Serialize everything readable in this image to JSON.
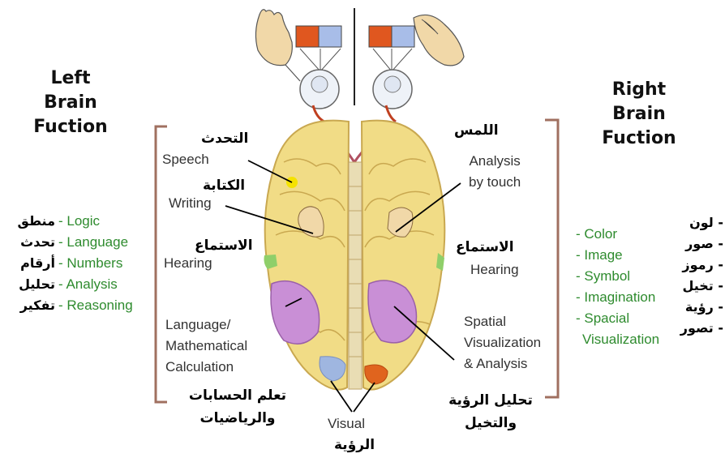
{
  "left": {
    "heading_line1": "Left",
    "heading_line2": "Brain Fuction",
    "functions_en": [
      "- Logic",
      "- Language",
      "- Numbers",
      "- Analysis",
      "- Reasoning"
    ],
    "functions_ar": [
      "منطق",
      "تحدث",
      "أرقام",
      "تحليل",
      "تفكير"
    ]
  },
  "right": {
    "heading_line1": "Right",
    "heading_line2": "Brain Fuction",
    "functions_en": [
      "- Color",
      "- Image",
      "- Symbol",
      "- Imagination",
      "- Spacial",
      "Visualization"
    ],
    "functions_ar": [
      "- لون",
      "- صور",
      "- رموز",
      "- تخيل",
      "- رؤية",
      "- تصور"
    ]
  },
  "labels": {
    "speech_ar": "التحدث",
    "speech_en": "Speech",
    "writing_ar": "الكتابة",
    "writing_en": "Writing",
    "hearing_left_ar": "الاستماع",
    "hearing_left_en": "Hearing",
    "math_en_1": "Language/",
    "math_en_2": "Mathematical",
    "math_en_3": "Calculation",
    "math_ar_1": "تعلم الحسابات",
    "math_ar_2": "والرياضيات",
    "touch_ar": "اللمس",
    "touch_en_1": "Analysis",
    "touch_en_2": "by touch",
    "hearing_right_ar": "الاستماع",
    "hearing_right_en": "Hearing",
    "spatial_en_1": "Spatial",
    "spatial_en_2": "Visualization",
    "spatial_en_3": "& Analysis",
    "spatial_ar_1": "تحليل الرؤية",
    "spatial_ar_2": "والتخيل",
    "visual_en": "Visual",
    "visual_ar": "الرؤية"
  },
  "colors": {
    "brain": "#f1dc86",
    "brain_outline": "#c9a850",
    "purple_lobe": "#c98fd6",
    "green_lobe": "#8fcf6a",
    "yellow_spot": "#f5e200",
    "visual_blue": "#9fb6e0",
    "visual_orange": "#e0641e",
    "bracket": "#a07060",
    "pointer": "#000000",
    "square_orange": "#e0571f",
    "square_blue": "#a8bde8",
    "hand": "#f1d8a8"
  }
}
